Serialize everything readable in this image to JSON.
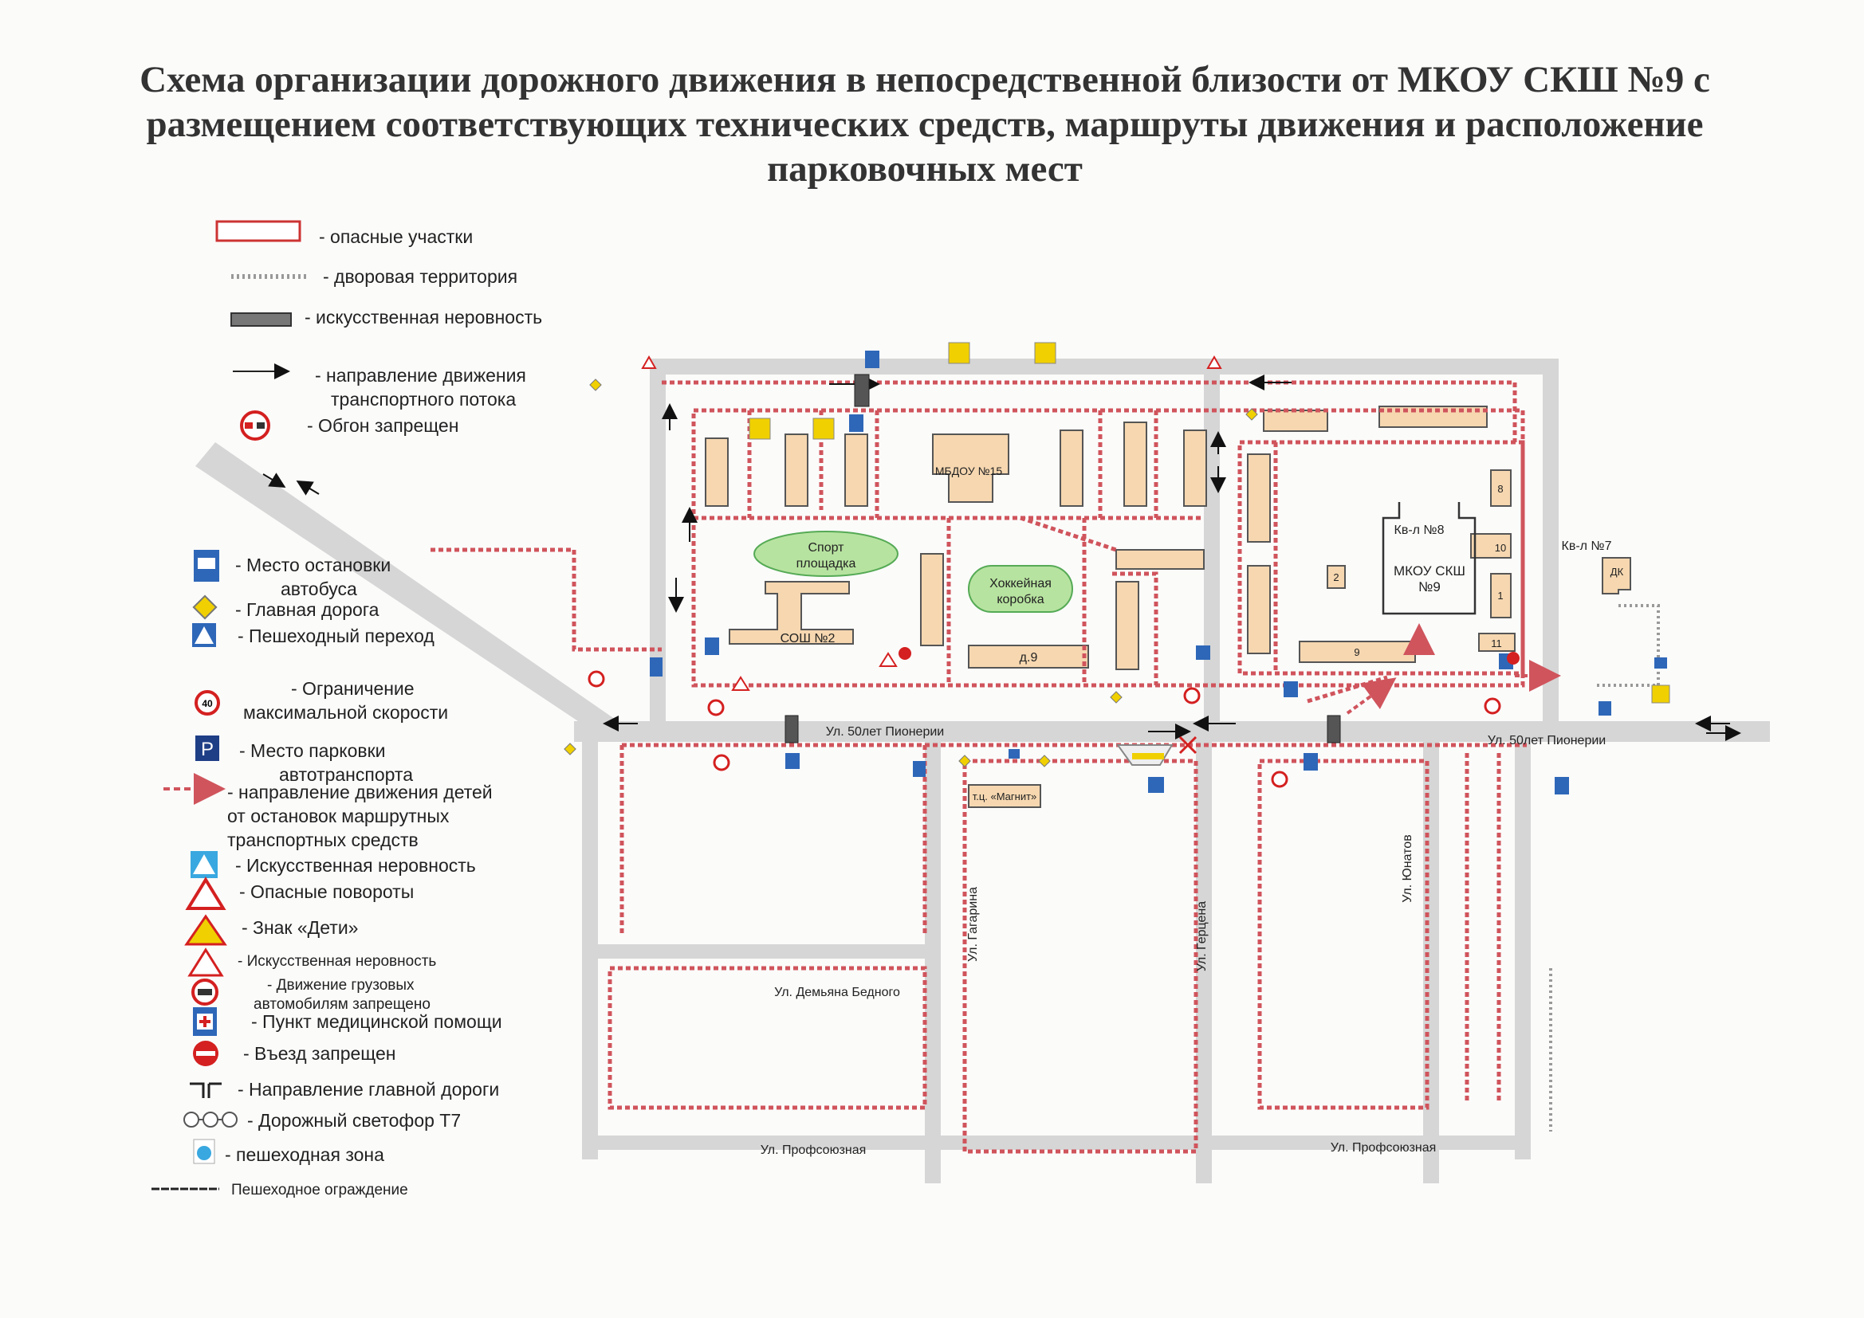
{
  "title": {
    "line1": "Схема организации дорожного движения в непосредственной близости от МКОУ СКШ №9 с",
    "line2": "размещением соответствующих технических средств, маршруты движения и расположение",
    "line3": "парковочных мест"
  },
  "legend_top": [
    {
      "icon": "danger-zone-rect",
      "label": "- опасные участки"
    },
    {
      "icon": "yard-territory-dots",
      "label": "- дворовая территория"
    },
    {
      "icon": "speed-bump-bar",
      "label": "- искусственная неровность"
    },
    {
      "icon": "traffic-direction-arrow",
      "label": "- направление движения"
    },
    {
      "icon": "",
      "label": "транспортного потока"
    },
    {
      "icon": "no-overtaking-sign",
      "label": "- Обгон запрещен"
    }
  ],
  "legend_bottom": [
    {
      "icon": "bus-stop-sign",
      "label": "- Место остановки"
    },
    {
      "icon": "",
      "label": "автобуса"
    },
    {
      "icon": "main-road-sign",
      "label": "- Главная дорога"
    },
    {
      "icon": "pedestrian-crossing-sign",
      "label": "- Пешеходный переход"
    },
    {
      "icon": "speed-limit-sign",
      "label": "- Ограничение"
    },
    {
      "icon": "",
      "label": "максимальной скорости"
    },
    {
      "icon": "parking-sign",
      "label": "- Место парковки"
    },
    {
      "icon": "",
      "label": "автотранспорта"
    },
    {
      "icon": "children-route-arrow",
      "label": "- направление движения детей"
    },
    {
      "icon": "",
      "label": "от остановок маршрутных"
    },
    {
      "icon": "",
      "label": "транспортных средств"
    },
    {
      "icon": "speed-bump-sign",
      "label": "- Искусственная неровность"
    },
    {
      "icon": "dangerous-turns-sign",
      "label": "- Опасные повороты"
    },
    {
      "icon": "children-sign",
      "label": "- Знак «Дети»"
    },
    {
      "icon": "speed-bump-warning-sign",
      "label": "- Искусственная неровность"
    },
    {
      "icon": "no-trucks-sign",
      "label": "- Движение грузовых"
    },
    {
      "icon": "",
      "label": "автомобилям запрещено"
    },
    {
      "icon": "medical-aid-sign",
      "label": "- Пункт медицинской помощи"
    },
    {
      "icon": "no-entry-sign",
      "label": "- Въезд запрещен"
    },
    {
      "icon": "main-road-direction-sign",
      "label": "- Направление главной дороги"
    },
    {
      "icon": "traffic-light-t7",
      "label": "-  Дорожный светофор Т7"
    },
    {
      "icon": "pedestrian-zone-sign",
      "label": "- пешеходная зона"
    },
    {
      "icon": "pedestrian-fence",
      "label": "Пешеходное  ограждение"
    }
  ],
  "map_labels": {
    "sport": [
      "Спорт",
      "площадка"
    ],
    "hockey": [
      "Хоккейная",
      "коробка"
    ],
    "mbdou": "МБДОУ №15",
    "sosh2": "СОШ №2",
    "d9": "д.9",
    "kv8": "Кв-л №8",
    "mkou": [
      "МКОУ СКШ",
      "№9"
    ],
    "kv7": "Кв-л №7",
    "dk": "ДК",
    "num2": "2",
    "num8": "8",
    "num10": "10",
    "num1": "1",
    "num11": "11",
    "num9": "9",
    "street_pioneers_left": "Ул. 50лет Пионерии",
    "street_pioneers_right": "Ул. 50лет Пионерии",
    "shop": "т.ц. «Магнит»",
    "gagarina": "Ул. Гагарина",
    "gertsena": "Ул. Герцена",
    "yunatov": "Ул. Юнатов",
    "demyan": "Ул. Демьяна Бедного",
    "prof_left": "Ул. Профсоюзная",
    "prof_right": "Ул. Профсоюзная"
  },
  "colors": {
    "danger": "#d0545c",
    "road": "#c8c8c8",
    "building": "#f6d7b0",
    "green": "#b7e3a0",
    "sign_blue": "#2e67b8",
    "sign_yellow": "#f0d000",
    "sign_red": "#d42020"
  }
}
